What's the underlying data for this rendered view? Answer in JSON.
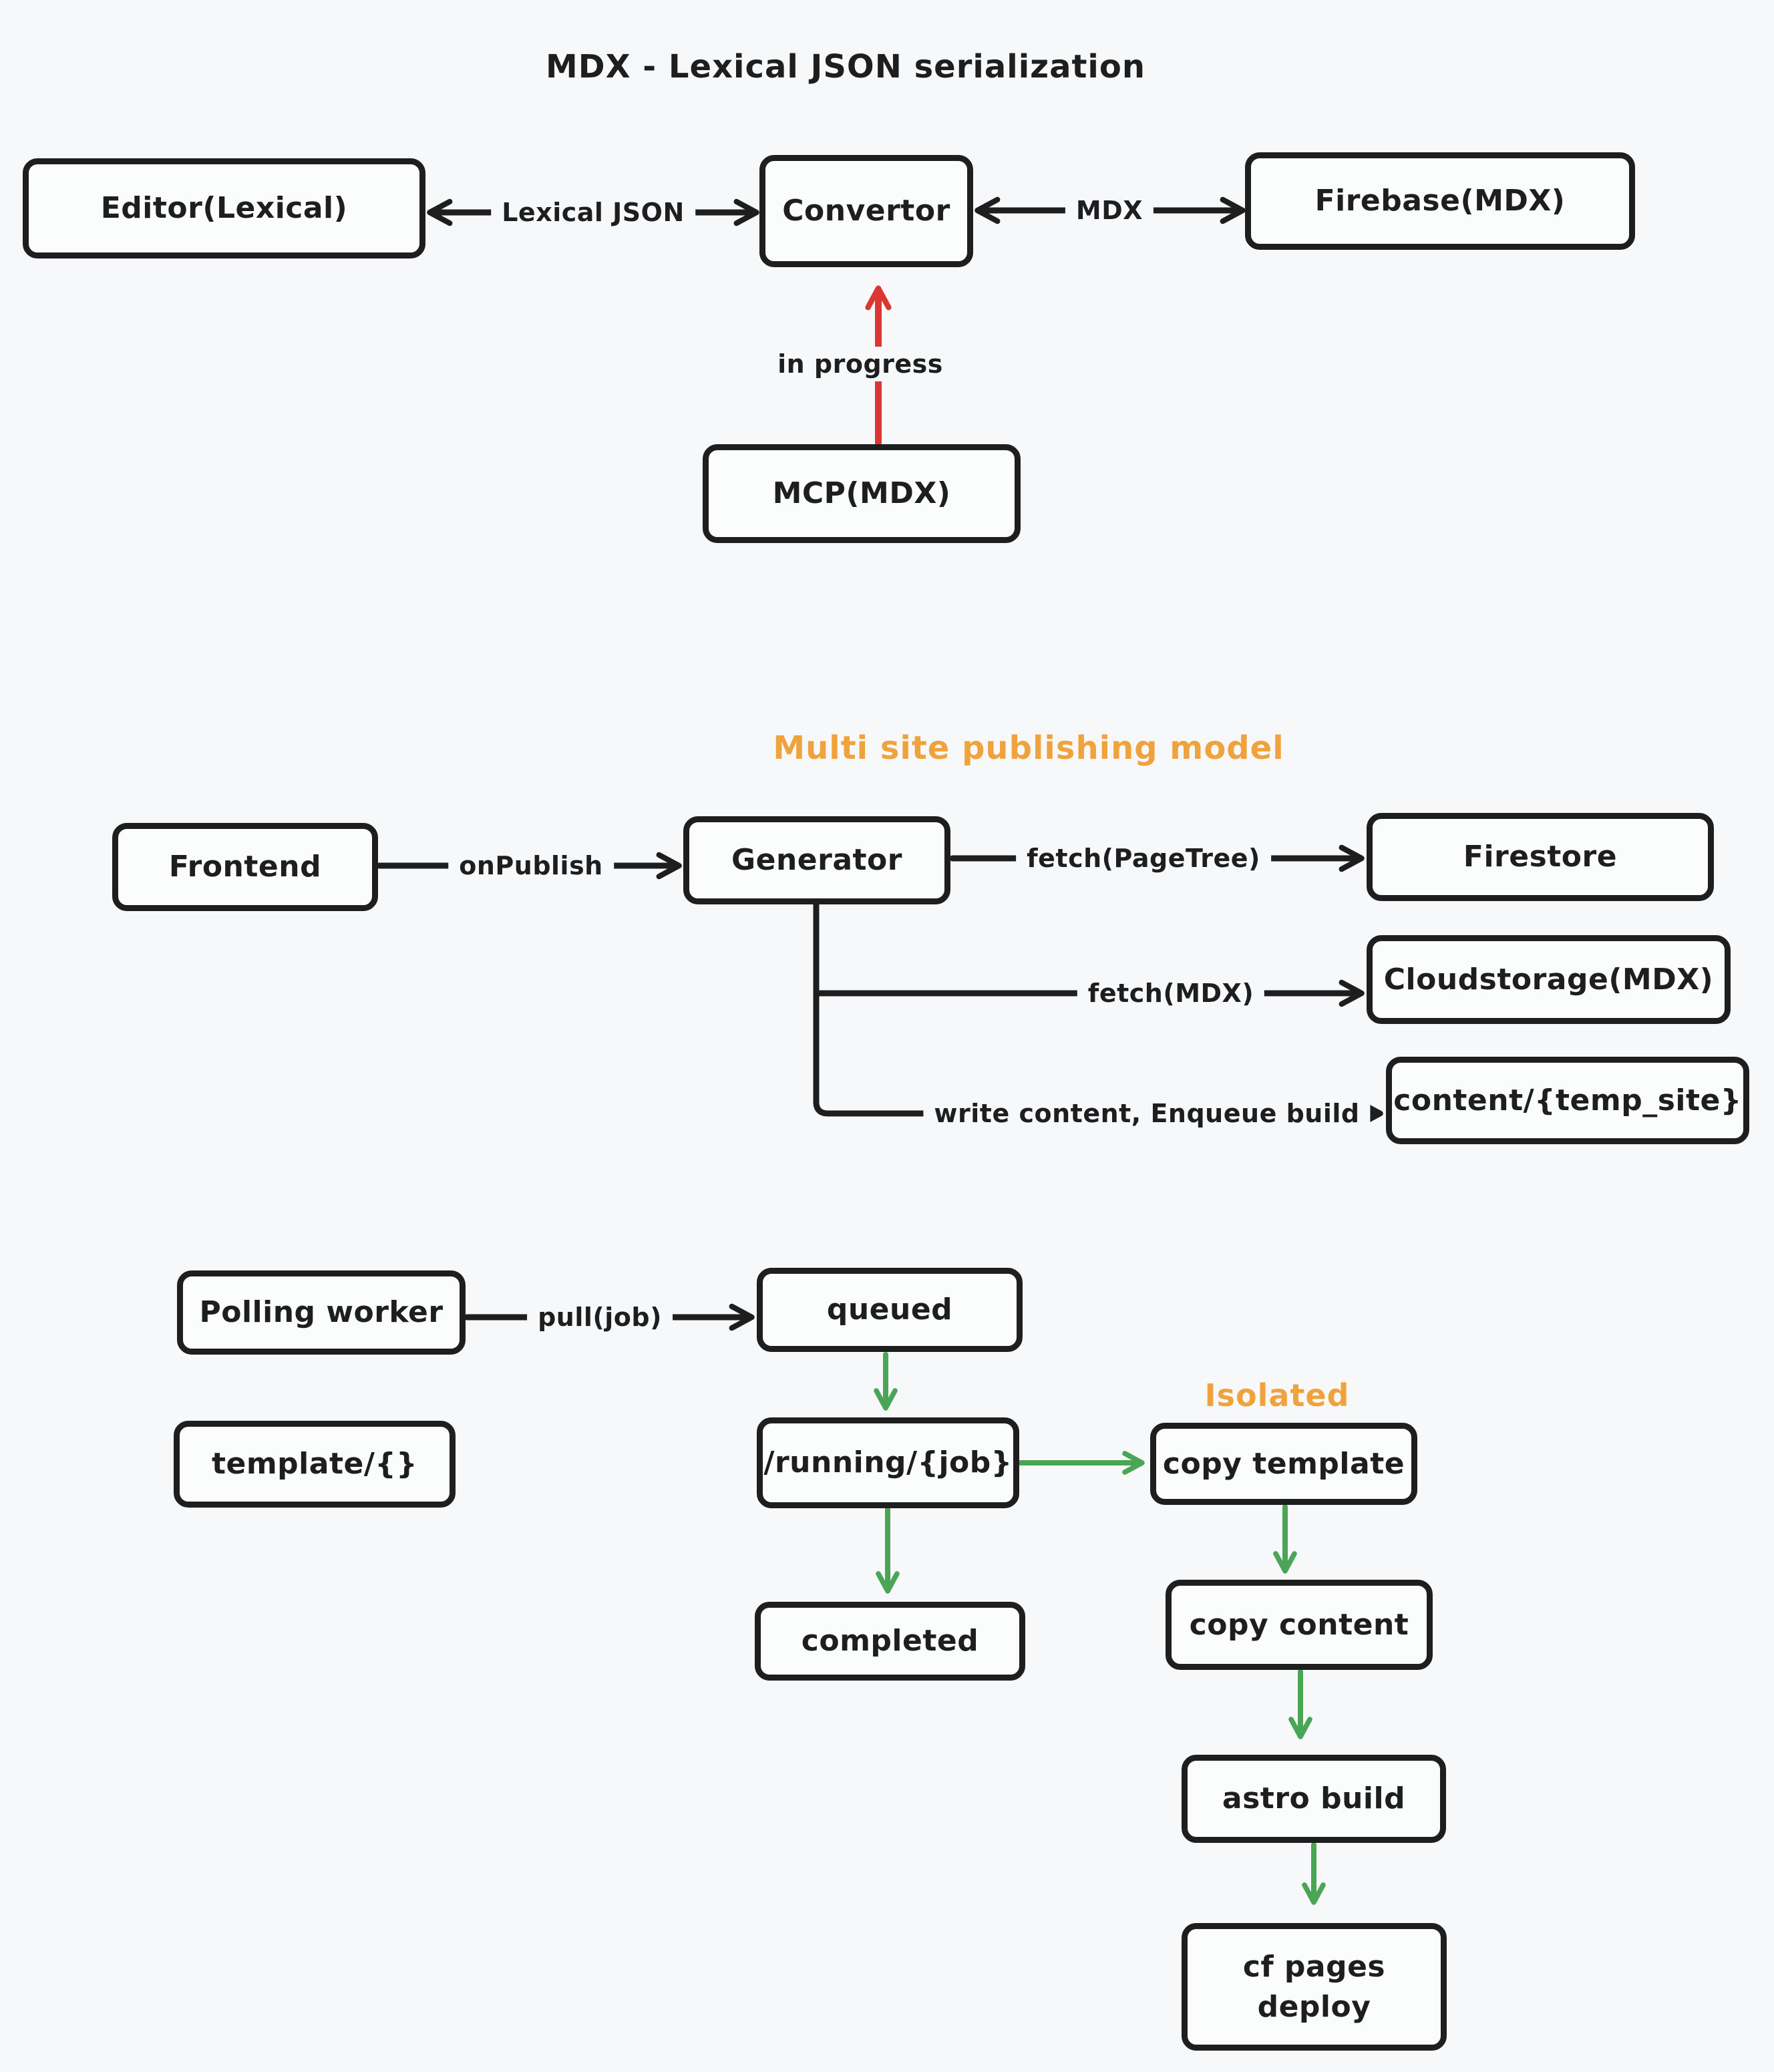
{
  "colors": {
    "background": "#f7f8f9",
    "shape_stroke": "#1e1e1e",
    "arrow_red": "#db3732",
    "arrow_green": "#4aa556",
    "accent_orange": "#f0a23d"
  },
  "sections": {
    "serialization": {
      "title": "MDX - Lexical JSON serialization",
      "nodes": {
        "editor": {
          "label": "Editor(Lexical)"
        },
        "convertor": {
          "label": "Convertor"
        },
        "firebase": {
          "label": "Firebase(MDX)"
        },
        "mcp": {
          "label": "MCP(MDX)"
        }
      },
      "edges": {
        "lexical_json": {
          "label": "Lexical JSON"
        },
        "mdx": {
          "label": "MDX"
        },
        "in_progress": {
          "label": "in progress"
        }
      }
    },
    "publishing": {
      "title": "Multi site publishing model",
      "nodes": {
        "frontend": {
          "label": "Frontend"
        },
        "generator": {
          "label": "Generator"
        },
        "firestore": {
          "label": "Firestore"
        },
        "cloudstorage": {
          "label": "Cloudstorage(MDX)"
        },
        "content": {
          "label": "content/{temp_site}"
        }
      },
      "edges": {
        "on_publish": {
          "label": "onPublish"
        },
        "fetch_pagetree": {
          "label": "fetch(PageTree)"
        },
        "fetch_mdx": {
          "label": "fetch(MDX)"
        },
        "write_content": {
          "label": "write content, Enqueue build"
        }
      }
    },
    "build_pipeline": {
      "isolated_label": "Isolated",
      "nodes": {
        "polling_worker": {
          "label": "Polling worker"
        },
        "queued": {
          "label": "queued"
        },
        "template": {
          "label": "template/{}"
        },
        "running": {
          "label": "/running/{job}"
        },
        "completed": {
          "label": "completed"
        },
        "copy_template": {
          "label": "copy template"
        },
        "copy_content": {
          "label": "copy content"
        },
        "astro_build": {
          "label": "astro build"
        },
        "cf_pages_deploy": {
          "label": "cf pages\ndeploy"
        }
      },
      "edges": {
        "pull_job": {
          "label": "pull(job)"
        }
      }
    }
  }
}
